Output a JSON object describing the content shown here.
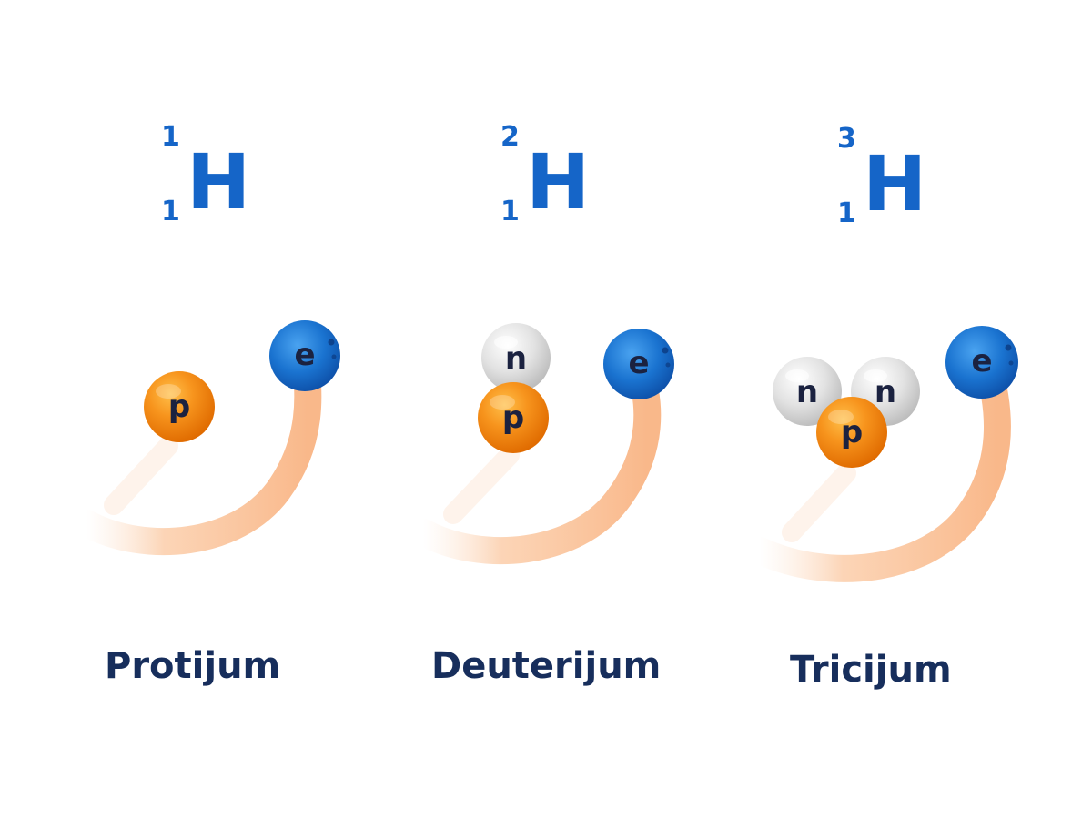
{
  "colors": {
    "notation": "#1565c8",
    "name": "#172e5c",
    "proton": "#f08a14",
    "neutron": "#d9d9d9",
    "electron": "#1a73d0",
    "orbit": "#f9b98a"
  },
  "isotopes": [
    {
      "name": "Protijum",
      "mass_number": "1",
      "atomic_number": "1",
      "symbol": "H",
      "particles": {
        "proton": "p",
        "neutrons": [],
        "electron": "e"
      }
    },
    {
      "name": "Deuterijum",
      "mass_number": "2",
      "atomic_number": "1",
      "symbol": "H",
      "particles": {
        "proton": "p",
        "neutrons": [
          "n"
        ],
        "electron": "e"
      }
    },
    {
      "name": "Tricijum",
      "mass_number": "3",
      "atomic_number": "1",
      "symbol": "H",
      "particles": {
        "proton": "p",
        "neutrons": [
          "n",
          "n"
        ],
        "electron": "e"
      }
    }
  ]
}
